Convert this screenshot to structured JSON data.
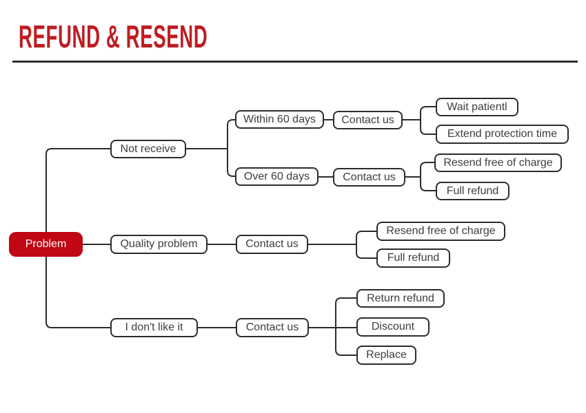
{
  "header": {
    "title": "REFUND & RESEND"
  },
  "colors": {
    "title_red": "#be1c22",
    "root_node_bg": "#c00713",
    "root_node_text": "#ffffff",
    "node_border": "#2b2b2b",
    "node_text": "#3d3d3d",
    "connector_line": "#2b2b2b",
    "divider": "#2d2d2d",
    "background": "#ffffff"
  },
  "flowchart": {
    "root": {
      "label": "Problem",
      "children": [
        {
          "label": "Not receive",
          "children": [
            {
              "label": "Within 60 days",
              "children": [
                {
                  "label": "Contact us",
                  "children": [
                    {
                      "label": "Wait patientl"
                    },
                    {
                      "label": "Extend protection time"
                    }
                  ]
                }
              ]
            },
            {
              "label": "Over 60 days",
              "children": [
                {
                  "label": "Contact us",
                  "children": [
                    {
                      "label": "Resend free of charge"
                    },
                    {
                      "label": "Full refund"
                    }
                  ]
                }
              ]
            }
          ]
        },
        {
          "label": "Quality problem",
          "children": [
            {
              "label": "Contact us",
              "children": [
                {
                  "label": "Resend free of charge"
                },
                {
                  "label": "Full refund"
                }
              ]
            }
          ]
        },
        {
          "label": "I don't like it",
          "children": [
            {
              "label": "Contact us",
              "children": [
                {
                  "label": "Return refund"
                },
                {
                  "label": "Discount"
                },
                {
                  "label": "Replace"
                }
              ]
            }
          ]
        }
      ]
    }
  }
}
